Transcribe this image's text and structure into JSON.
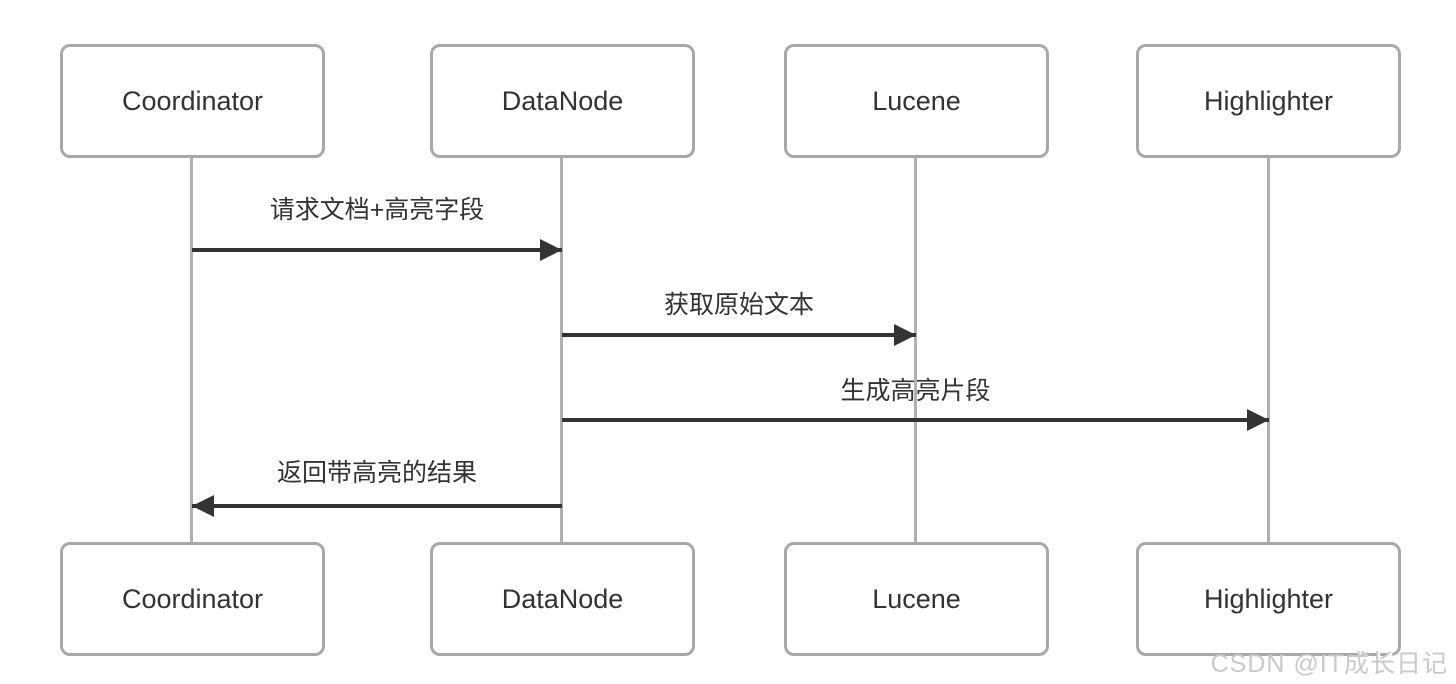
{
  "diagram": {
    "type": "sequence-diagram",
    "participants": [
      {
        "id": "coordinator",
        "label": "Coordinator"
      },
      {
        "id": "datanode",
        "label": "DataNode"
      },
      {
        "id": "lucene",
        "label": "Lucene"
      },
      {
        "id": "highlighter",
        "label": "Highlighter"
      }
    ],
    "messages": [
      {
        "from": "Coordinator",
        "to": "DataNode",
        "label": "请求文档+高亮字段",
        "direction": "right"
      },
      {
        "from": "DataNode",
        "to": "Lucene",
        "label": "获取原始文本",
        "direction": "right"
      },
      {
        "from": "DataNode",
        "to": "Highlighter",
        "label": "生成高亮片段",
        "direction": "right"
      },
      {
        "from": "DataNode",
        "to": "Coordinator",
        "label": "返回带高亮的结果",
        "direction": "left"
      }
    ],
    "colors": {
      "background": "#ffffff",
      "box_border": "#a8a8a8",
      "lifeline": "#b0b0b0",
      "arrow": "#333333",
      "text": "#333333",
      "watermark": "#c9c9c9"
    },
    "watermark": "CSDN @IT成长日记"
  }
}
